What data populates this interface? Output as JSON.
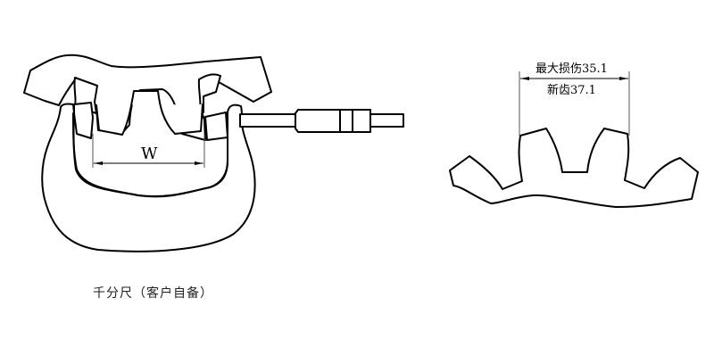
{
  "left_figure": {
    "title": "micrometer-measuring-gear",
    "dimension_label": "W",
    "caption": "千分尺（客户自备）"
  },
  "right_figure": {
    "title": "worn-gear-tooth-span",
    "dimension_top_label": "最大损伤35.1",
    "dimension_bottom_label": "新齿37.1"
  },
  "colors": {
    "line": "#000000",
    "background": "#ffffff"
  }
}
